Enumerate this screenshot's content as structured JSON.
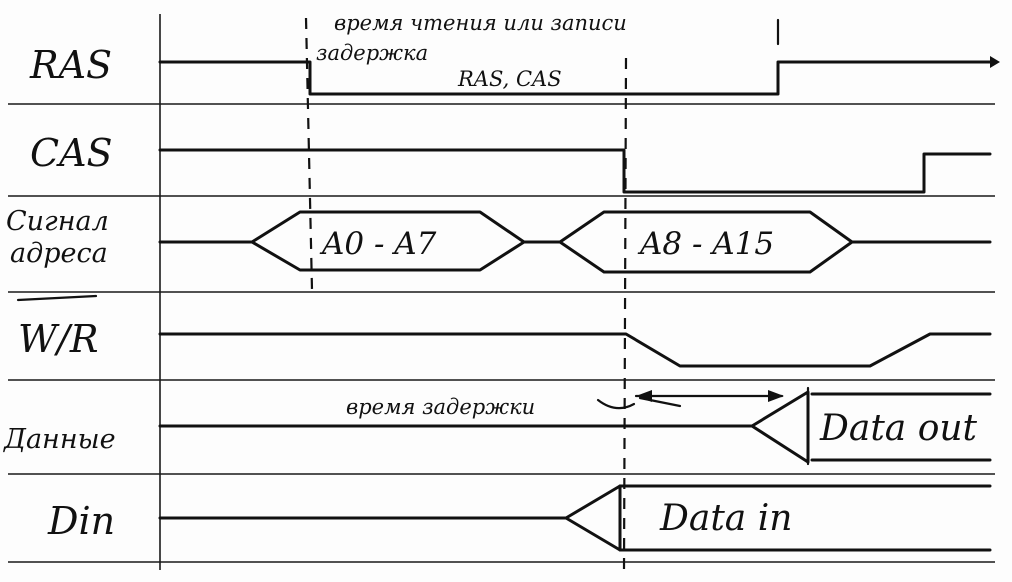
{
  "signals": {
    "ras": "RAS",
    "cas": "CAS",
    "address_line1": "Сигнал",
    "address_line2": "адреса",
    "wr": "W/R",
    "data": "Данные",
    "din": "Din"
  },
  "bus_labels": {
    "row_address": "A0 - A7",
    "column_address": "A8 - A15",
    "data_out": "Data out",
    "data_in": "Data in"
  },
  "annotations": {
    "read_write_time": "время чтения или записи",
    "delay": "задержка",
    "ras_cas": "RAS, CAS",
    "delay_time": "время задержки"
  },
  "colors": {
    "ink": "#111111",
    "paper": "#fdfdfd"
  }
}
